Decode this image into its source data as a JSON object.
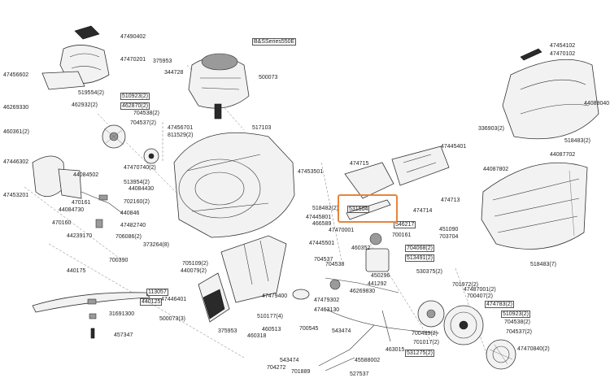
{
  "highlight_color": "#e8843a",
  "highlighted_part": "531504",
  "labels": [
    {
      "t": "47490402"
    },
    {
      "t": "47470201"
    },
    {
      "t": "375953"
    },
    {
      "t": "344728"
    },
    {
      "t": "B&SSeries550E",
      "boxed": true
    },
    {
      "t": "500073"
    },
    {
      "t": "47456602"
    },
    {
      "t": "519554(2)"
    },
    {
      "t": "462932(2)"
    },
    {
      "t": "510923(2)",
      "boxed": true
    },
    {
      "t": "462870(2)",
      "boxed": true
    },
    {
      "t": "46269330"
    },
    {
      "t": "704538(2)"
    },
    {
      "t": "704537(2)"
    },
    {
      "t": "47456701"
    },
    {
      "t": "811529(2)"
    },
    {
      "t": "517103"
    },
    {
      "t": "460361(2)"
    },
    {
      "t": "47446302"
    },
    {
      "t": "47470740(2)"
    },
    {
      "t": "44084502"
    },
    {
      "t": "513954(2)"
    },
    {
      "t": "44084430"
    },
    {
      "t": "47453201"
    },
    {
      "t": "470161"
    },
    {
      "t": "44084730"
    },
    {
      "t": "702160(2)"
    },
    {
      "t": "470160"
    },
    {
      "t": "440846"
    },
    {
      "t": "44239170"
    },
    {
      "t": "706086(2)"
    },
    {
      "t": "47482740"
    },
    {
      "t": "373264(8)"
    },
    {
      "t": "47453501"
    },
    {
      "t": "474715"
    },
    {
      "t": "47445401"
    },
    {
      "t": "531504",
      "boxed": true,
      "hl": true
    },
    {
      "t": "518482(2)"
    },
    {
      "t": "47445801"
    },
    {
      "t": "466589"
    },
    {
      "t": "47470001"
    },
    {
      "t": "474714"
    },
    {
      "t": "474713"
    },
    {
      "t": "546217",
      "boxed": true
    },
    {
      "t": "451090"
    },
    {
      "t": "700161"
    },
    {
      "t": "703704"
    },
    {
      "t": "47445501"
    },
    {
      "t": "460352"
    },
    {
      "t": "704068(2)",
      "boxed": true
    },
    {
      "t": "513491(2)",
      "boxed": true
    },
    {
      "t": "530375(2)"
    },
    {
      "t": "700390"
    },
    {
      "t": "440175"
    },
    {
      "t": "705109(2)"
    },
    {
      "t": "440079(2)"
    },
    {
      "t": "704537"
    },
    {
      "t": "704538"
    },
    {
      "t": "450296"
    },
    {
      "t": "441292"
    },
    {
      "t": "46269830"
    },
    {
      "t": "113057",
      "boxed": true
    },
    {
      "t": "440125",
      "boxed": true
    },
    {
      "t": "47446401"
    },
    {
      "t": "47479400"
    },
    {
      "t": "47479302"
    },
    {
      "t": "47463130"
    },
    {
      "t": "31691300"
    },
    {
      "t": "500073(3)"
    },
    {
      "t": "375953"
    },
    {
      "t": "510177(4)"
    },
    {
      "t": "700545"
    },
    {
      "t": "543474"
    },
    {
      "t": "460513"
    },
    {
      "t": "460318"
    },
    {
      "t": "457347"
    },
    {
      "t": "701972(2)"
    },
    {
      "t": "47487001(2)"
    },
    {
      "t": "700407(2)"
    },
    {
      "t": "474783(2)",
      "boxed": true
    },
    {
      "t": "510923(2)",
      "boxed": true
    },
    {
      "t": "704538(2)"
    },
    {
      "t": "704537(2)"
    },
    {
      "t": "700489(2)"
    },
    {
      "t": "701017(2)"
    },
    {
      "t": "531275(2)",
      "boxed": true
    },
    {
      "t": "463015"
    },
    {
      "t": "45588002"
    },
    {
      "t": "543474"
    },
    {
      "t": "704272"
    },
    {
      "t": "701889"
    },
    {
      "t": "527537"
    },
    {
      "t": "47470840(2)"
    },
    {
      "t": "47454102"
    },
    {
      "t": "47470102"
    },
    {
      "t": "44088040"
    },
    {
      "t": "336903(2)"
    },
    {
      "t": "518483(2)"
    },
    {
      "t": "44087702"
    },
    {
      "t": "44087802"
    },
    {
      "t": "518483(7)"
    }
  ]
}
